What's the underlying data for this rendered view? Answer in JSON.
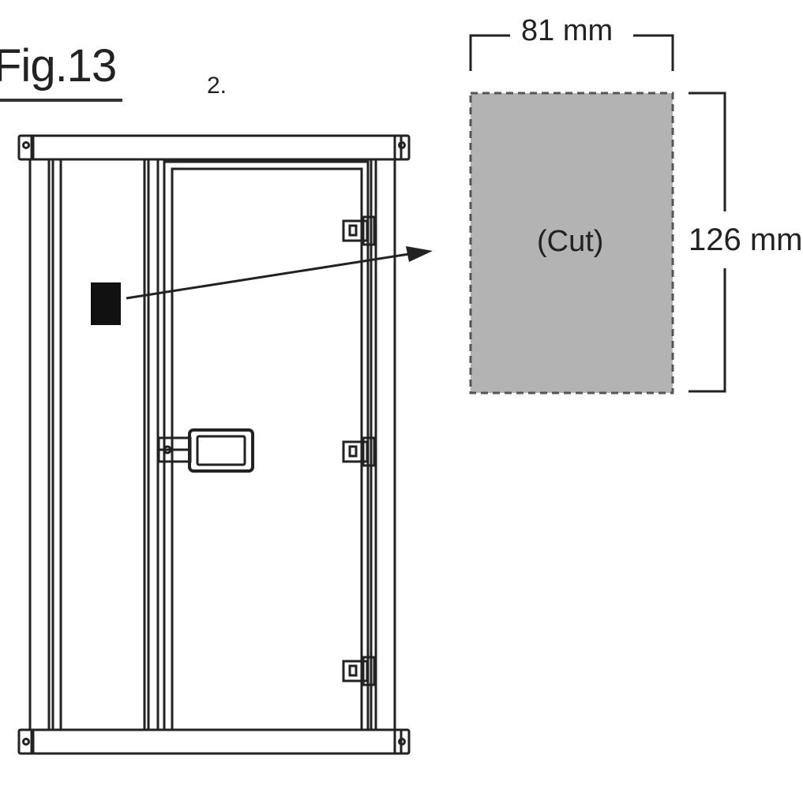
{
  "figure": {
    "title": "Fig.13",
    "step": "2."
  },
  "cutout": {
    "label": "(Cut)",
    "width_label": "81 mm",
    "height_label": "126 mm",
    "width_mm": 81,
    "height_mm": 126,
    "fill_color": "#b3b3b3"
  },
  "colors": {
    "line": "#222222",
    "frame_fill": "#ffffff"
  }
}
